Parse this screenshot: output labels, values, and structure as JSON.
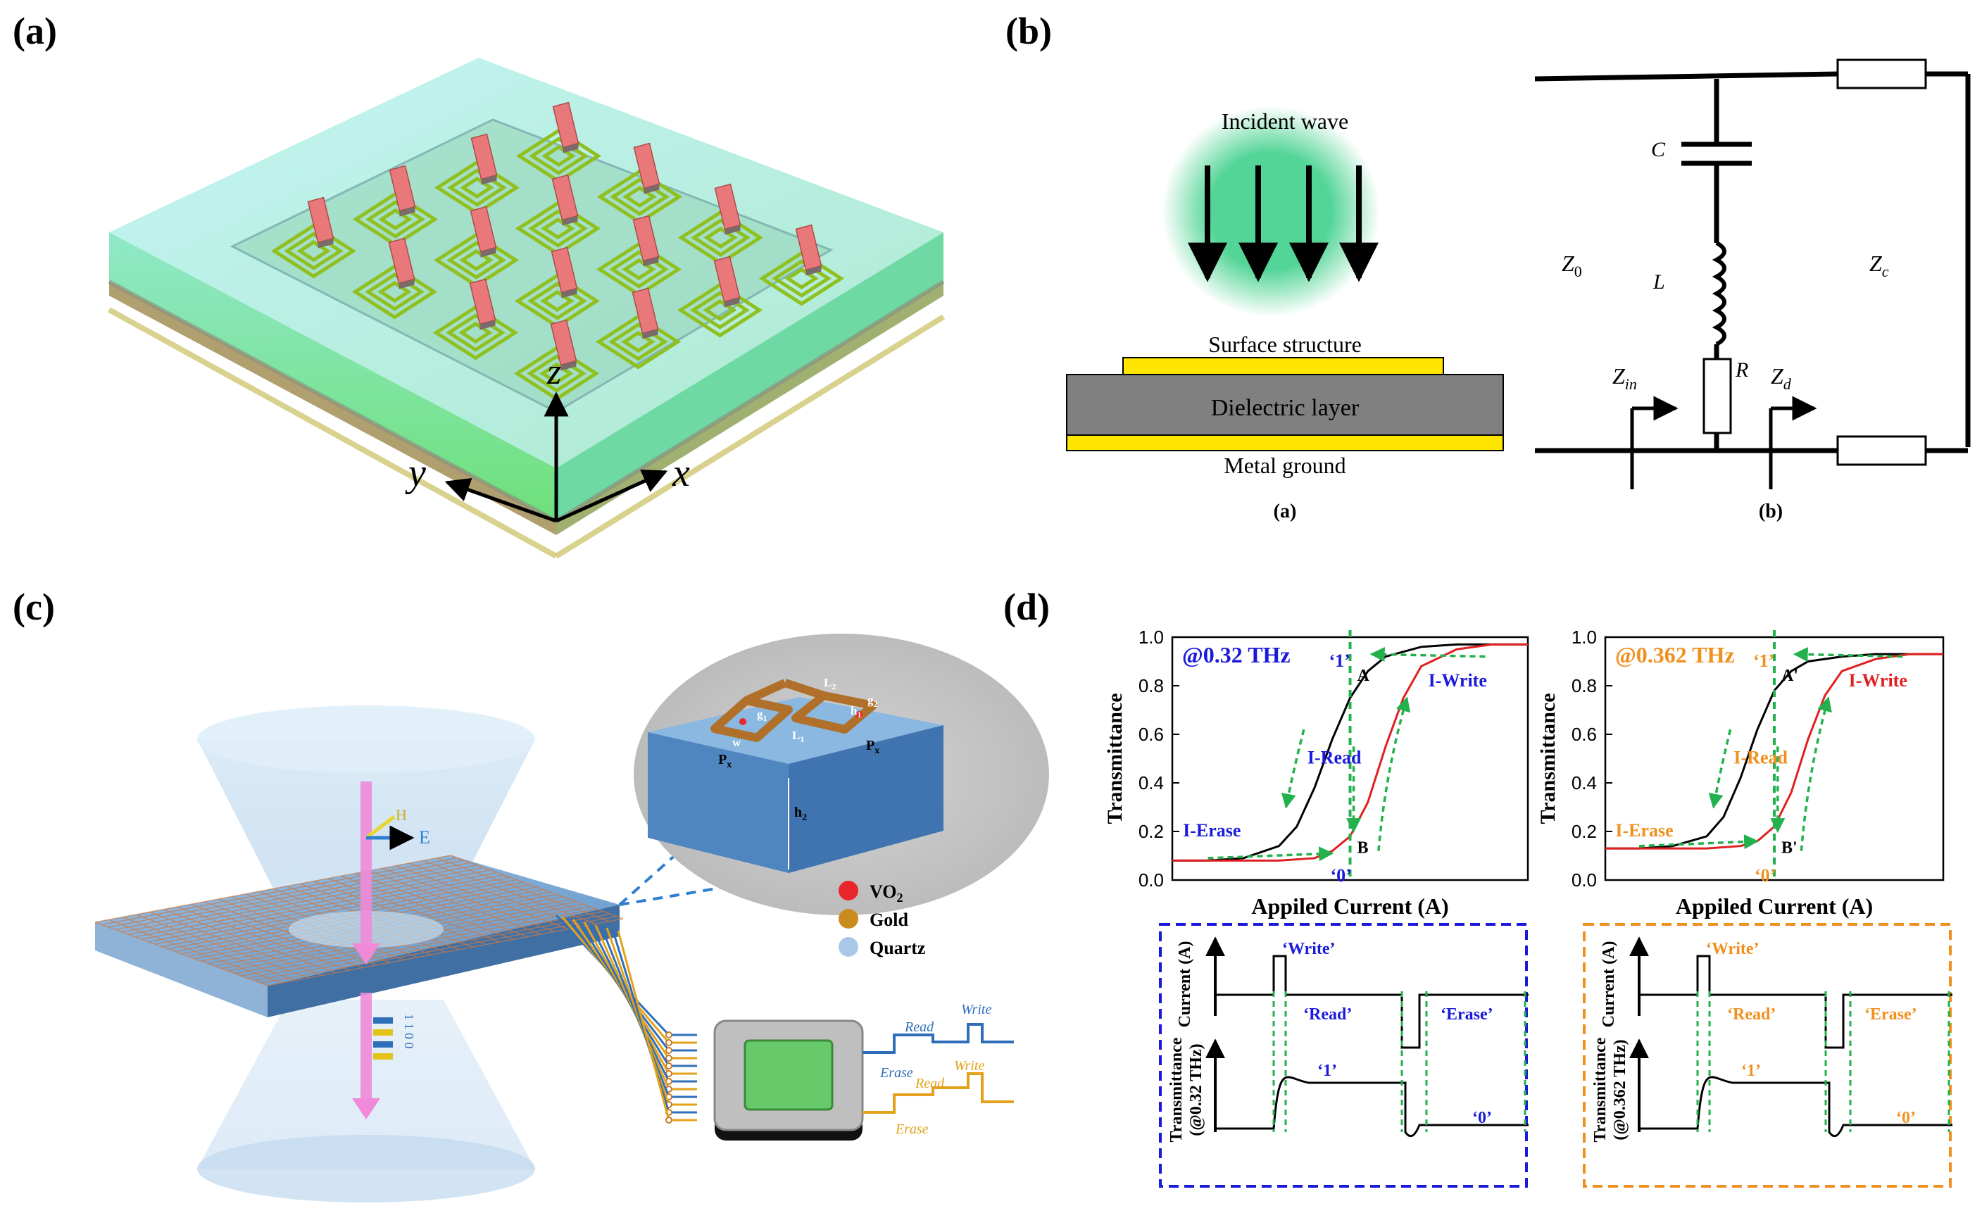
{
  "panels": {
    "a": {
      "letter": "(a)",
      "axes": {
        "z": "z",
        "y": "y",
        "x": "x"
      }
    },
    "b": {
      "letter": "(b)",
      "diagram_left": {
        "incident": "Incident wave",
        "surface": "Surface structure",
        "dielectric": "Dielectric layer",
        "metal": "Metal ground",
        "caption": "(a)"
      },
      "circuit": {
        "C": "C",
        "L": "L",
        "R": "R",
        "Z0_main": "Z",
        "Z0_sub": "0",
        "Zc_main": "Z",
        "Zc_sub": "c",
        "Zin_main": "Z",
        "Zin_sub": "in",
        "Zd_main": "Z",
        "Zd_sub": "d",
        "caption": "(b)"
      }
    },
    "c": {
      "letter": "(c)",
      "legend": [
        "VO",
        "Gold",
        "Quartz"
      ],
      "legend_vo2_sub": "2",
      "legend_colors": [
        "#e8262b",
        "#c98a1e",
        "#a9c8e8"
      ],
      "field": {
        "H": "H",
        "E": "E"
      },
      "bits": "1 1 0 0",
      "unit": {
        "Px1": "P",
        "Px2": "P",
        "Px_sub": "x",
        "h2": "h",
        "h2_sub": "2",
        "w": "w",
        "L1": "L",
        "L1_sub": "1",
        "L2": "L",
        "L2_sub": "2",
        "g1": "g",
        "g1_sub": "1",
        "g2": "g",
        "g2_sub": "2",
        "h1": "h",
        "h1_sub": "1"
      },
      "signals": {
        "write1": "Write",
        "read1": "Read",
        "erase1": "Erase",
        "write2": "Write",
        "read2": "Read",
        "erase2": "Erase"
      },
      "colors": {
        "blue": "#2f6fba",
        "orange": "#e3a21a"
      }
    },
    "d": {
      "letter": "(d)",
      "ylabel": "Transmittance",
      "xlabel": "Appiled Current (A)",
      "left": {
        "freq": "@0.32 THz",
        "color": "#1a1adb",
        "labels": {
          "one": "‘1’",
          "zero": "‘0’",
          "A": "A",
          "B": "B",
          "write": "I-Write",
          "read": "I-Read",
          "erase": "I-Erase"
        },
        "timing": {
          "write": "‘Write’",
          "read": "‘Read’",
          "erase": "‘Erase’",
          "one": "‘1’",
          "zero": "‘0’",
          "ylabel_top": "Current (A)",
          "ylabel_bottom_1": "Transmittance",
          "ylabel_bottom_2": "(@0.32 THz)"
        }
      },
      "right": {
        "freq": "@0.362 THz",
        "color": "#f0901e",
        "labels": {
          "one": "‘1’",
          "zero": "‘0’",
          "A": "A'",
          "B": "B'",
          "write": "I-Write",
          "read": "I-Read",
          "erase": "I-Erase"
        },
        "timing": {
          "write": "‘Write’",
          "read": "‘Read’",
          "erase": "‘Erase’",
          "one": "‘1’",
          "zero": "‘0’",
          "ylabel_top": "Current (A)",
          "ylabel_bottom_1": "Transmittance",
          "ylabel_bottom_2": "(@0.362 THz)"
        }
      },
      "yticks": [
        "1.0",
        "0.8",
        "0.6",
        "0.4",
        "0.2",
        "0.0"
      ]
    }
  },
  "chart_data": [
    {
      "type": "line",
      "title": "@0.32 THz",
      "xlabel": "Appiled Current (A)",
      "ylabel": "Transmittance",
      "ylim": [
        0,
        1.0
      ],
      "series": [
        {
          "name": "I-Erase",
          "color": "#000000",
          "x": [
            0,
            0.1,
            0.2,
            0.3,
            0.35,
            0.4,
            0.45,
            0.5,
            0.55,
            0.6,
            0.7,
            0.8,
            0.9,
            1.0
          ],
          "values": [
            0.08,
            0.08,
            0.09,
            0.14,
            0.22,
            0.38,
            0.58,
            0.75,
            0.86,
            0.92,
            0.96,
            0.97,
            0.97,
            0.97
          ]
        },
        {
          "name": "I-Write",
          "color": "#e02020",
          "x": [
            0,
            0.1,
            0.2,
            0.3,
            0.4,
            0.45,
            0.5,
            0.55,
            0.6,
            0.65,
            0.7,
            0.8,
            0.9,
            1.0
          ],
          "values": [
            0.08,
            0.08,
            0.08,
            0.08,
            0.09,
            0.12,
            0.18,
            0.32,
            0.55,
            0.75,
            0.88,
            0.95,
            0.97,
            0.97
          ]
        }
      ]
    },
    {
      "type": "line",
      "title": "@0.362 THz",
      "xlabel": "Appiled Current (A)",
      "ylabel": "Transmittance",
      "ylim": [
        0,
        1.0
      ],
      "series": [
        {
          "name": "I-Erase",
          "color": "#000000",
          "x": [
            0,
            0.1,
            0.2,
            0.3,
            0.35,
            0.4,
            0.45,
            0.5,
            0.55,
            0.6,
            0.7,
            0.8,
            0.9,
            1.0
          ],
          "values": [
            0.13,
            0.13,
            0.14,
            0.18,
            0.26,
            0.42,
            0.62,
            0.78,
            0.86,
            0.9,
            0.92,
            0.93,
            0.93,
            0.93
          ]
        },
        {
          "name": "I-Write",
          "color": "#e02020",
          "x": [
            0,
            0.1,
            0.2,
            0.3,
            0.4,
            0.45,
            0.5,
            0.55,
            0.6,
            0.65,
            0.7,
            0.8,
            0.9,
            1.0
          ],
          "values": [
            0.13,
            0.13,
            0.13,
            0.13,
            0.14,
            0.16,
            0.22,
            0.36,
            0.58,
            0.76,
            0.86,
            0.91,
            0.93,
            0.93
          ]
        }
      ]
    }
  ]
}
